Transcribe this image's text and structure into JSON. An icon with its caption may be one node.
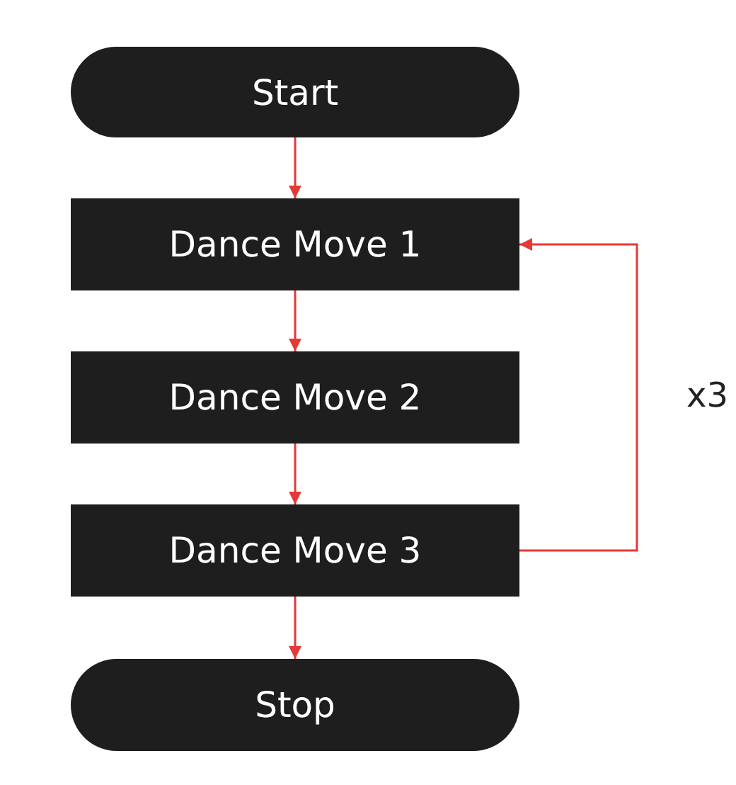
{
  "diagram": {
    "nodes": [
      {
        "text": [
          "Start"
        ]
      },
      {
        "text": [
          "Dance Move 1"
        ]
      },
      {
        "text": [
          "Dance Move 2"
        ]
      },
      {
        "text": [
          "Dance Move 3"
        ]
      },
      {
        "text": [
          "Stop"
        ]
      }
    ],
    "edges": [
      {
        "from": 0,
        "to": 1,
        "arrow": "to"
      },
      {
        "from": 1,
        "to": 2,
        "arrow": "to"
      },
      {
        "from": 2,
        "to": 3,
        "arrow": "to"
      },
      {
        "from": 3,
        "to": 4,
        "arrow": "to"
      },
      {
        "from": 3,
        "to": 1,
        "arrow": "to",
        "label": "x3"
      }
    ]
  }
}
